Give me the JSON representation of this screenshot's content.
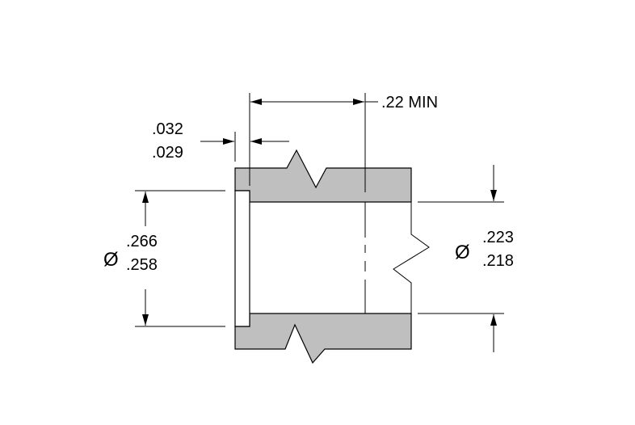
{
  "colors": {
    "section_fill": "#bfbfbf",
    "line": "#000000",
    "background": "#ffffff"
  },
  "dimensions": {
    "length": {
      "label": ".22 MIN"
    },
    "flange_thickness": {
      "upper": ".032",
      "lower": ".029"
    },
    "outer_diameter": {
      "symbol": "Ø",
      "upper": ".266",
      "lower": ".258"
    },
    "inner_diameter": {
      "symbol": "Ø",
      "upper": ".223",
      "lower": ".218"
    }
  }
}
